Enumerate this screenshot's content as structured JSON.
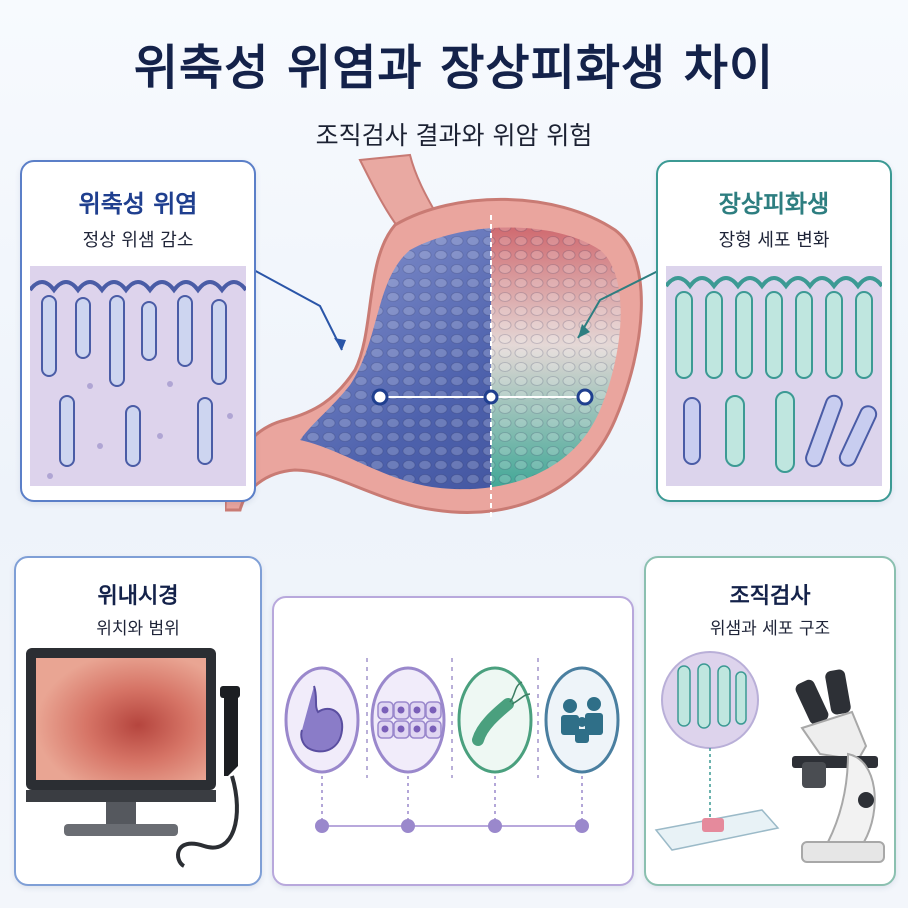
{
  "header": {
    "title": "위축성 위염과 장상피화생 차이",
    "subtitle": "조직검사 결과와 위암 위험"
  },
  "cards": {
    "atrophic": {
      "title": "위축성 위염",
      "subtitle": "정상 위샘 감소",
      "color": "#1f3f8f",
      "border": "#5b7fc8"
    },
    "intestinal": {
      "title": "장상피화생",
      "subtitle": "장형 세포 변화",
      "color": "#2d7e80",
      "border": "#3c9a94"
    },
    "endoscopy": {
      "title": "위내시경",
      "subtitle": "위치와 범위",
      "border": "#7f9fd6"
    },
    "biopsy": {
      "title": "조직검사",
      "subtitle": "위샘과 세포 구조",
      "border": "#8bc0b0"
    }
  },
  "icons": [
    "stomach-icon",
    "cells-icon",
    "bacteria-icon",
    "people-icon"
  ],
  "colors": {
    "title": "#14224a",
    "stomach_wall": "#e59c96",
    "atrophic_mucosa": "#5a6fb8",
    "metaplasia_mucosa": "#5fb3a5",
    "timeline": "#9a88cc"
  }
}
